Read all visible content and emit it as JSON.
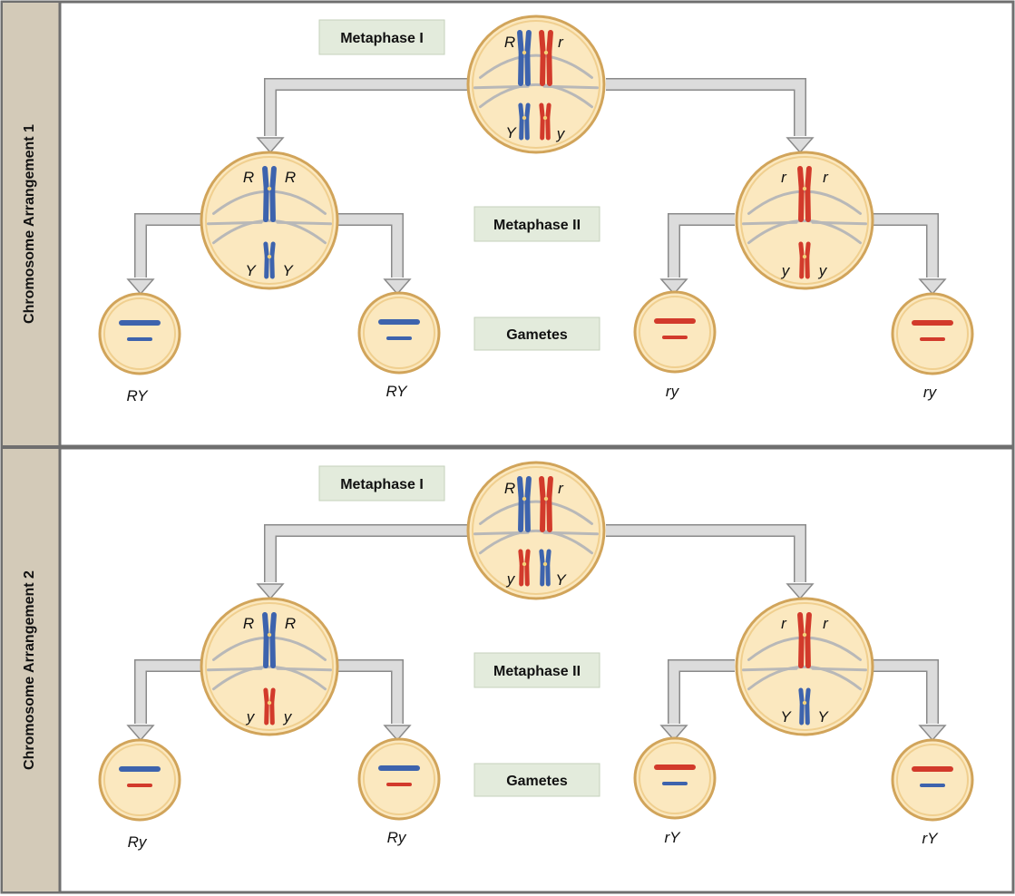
{
  "colors": {
    "panel_border": "#6f6f6f",
    "sidebar_fill": "#d3cab8",
    "label_box_fill": "#e3ebdc",
    "label_box_stroke": "#c5d1bb",
    "cell_fill": "#fbe8bf",
    "cell_stroke": "#d1a45a",
    "spindle": "#b8b8b8",
    "arrow_fill": "#dcdcdc",
    "arrow_stroke": "#8a8a8a",
    "dominant_chromosome": "#3d63ad",
    "recessive_chromosome": "#d23a2b",
    "centromere": "#f3d27a"
  },
  "panels": [
    {
      "side_label": "Chromosome Arrangement 1",
      "stage_labels": {
        "metaphase_1": "Metaphase I",
        "metaphase_2": "Metaphase II",
        "gametes": "Gametes"
      },
      "metaphase_1": {
        "top_alleles": [
          "R",
          "r"
        ],
        "bottom_alleles": [
          "Y",
          "y"
        ],
        "top_colors": [
          "blue",
          "red"
        ],
        "bottom_colors": [
          "blue",
          "red"
        ]
      },
      "left_metaphase_2": {
        "top_alleles": [
          "R",
          "R"
        ],
        "bottom_alleles": [
          "Y",
          "Y"
        ],
        "top_color": "blue",
        "bottom_color": "blue"
      },
      "right_metaphase_2": {
        "top_alleles": [
          "r",
          "r"
        ],
        "bottom_alleles": [
          "y",
          "y"
        ],
        "top_color": "red",
        "bottom_color": "red"
      },
      "gametes": [
        {
          "label": "RY",
          "top_color": "blue",
          "bottom_color": "blue"
        },
        {
          "label": "RY",
          "top_color": "blue",
          "bottom_color": "blue"
        },
        {
          "label": "ry",
          "top_color": "red",
          "bottom_color": "red"
        },
        {
          "label": "ry",
          "top_color": "red",
          "bottom_color": "red"
        }
      ]
    },
    {
      "side_label": "Chromosome Arrangement 2",
      "stage_labels": {
        "metaphase_1": "Metaphase I",
        "metaphase_2": "Metaphase II",
        "gametes": "Gametes"
      },
      "metaphase_1": {
        "top_alleles": [
          "R",
          "r"
        ],
        "bottom_alleles": [
          "y",
          "Y"
        ],
        "top_colors": [
          "blue",
          "red"
        ],
        "bottom_colors": [
          "red",
          "blue"
        ]
      },
      "left_metaphase_2": {
        "top_alleles": [
          "R",
          "R"
        ],
        "bottom_alleles": [
          "y",
          "y"
        ],
        "top_color": "blue",
        "bottom_color": "red"
      },
      "right_metaphase_2": {
        "top_alleles": [
          "r",
          "r"
        ],
        "bottom_alleles": [
          "Y",
          "Y"
        ],
        "top_color": "red",
        "bottom_color": "blue"
      },
      "gametes": [
        {
          "label": "Ry",
          "top_color": "blue",
          "bottom_color": "red"
        },
        {
          "label": "Ry",
          "top_color": "blue",
          "bottom_color": "red"
        },
        {
          "label": "rY",
          "top_color": "red",
          "bottom_color": "blue"
        },
        {
          "label": "rY",
          "top_color": "red",
          "bottom_color": "blue"
        }
      ]
    }
  ]
}
